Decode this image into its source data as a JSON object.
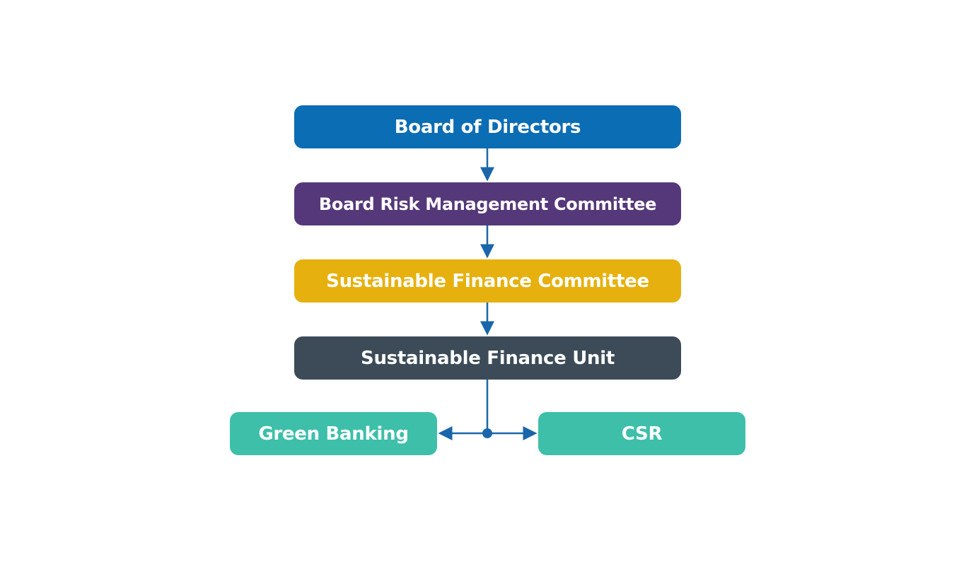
{
  "nodes": {
    "board": {
      "label": "Board of Directors",
      "color": "#0b6db4"
    },
    "risk": {
      "label": "Board Risk Management Committee",
      "color": "#55387a"
    },
    "sfc": {
      "label": "Sustainable Finance Committee",
      "color": "#e6b10e"
    },
    "sfu": {
      "label": "Sustainable Finance Unit",
      "color": "#3c4b57"
    },
    "green": {
      "label": "Green Banking",
      "color": "#3dbfaa"
    },
    "csr": {
      "label": "CSR",
      "color": "#3dbfaa"
    }
  },
  "connector_color": "#1a66aa"
}
